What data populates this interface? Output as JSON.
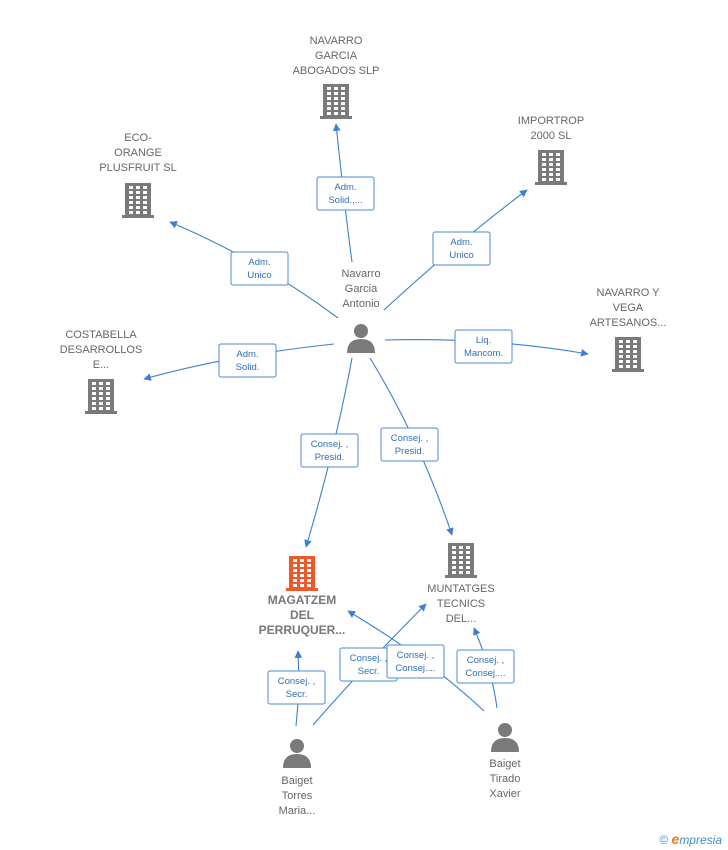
{
  "nodes": {
    "navarro_garcia_abogados": {
      "label": [
        "NAVARRO",
        "GARCIA",
        "ABOGADOS  SLP"
      ],
      "kind": "company"
    },
    "importrop": {
      "label": [
        "IMPORTROP",
        "2000 SL"
      ],
      "kind": "company"
    },
    "eco_orange": {
      "label": [
        "ECO-",
        "ORANGE",
        "PLUSFRUIT  SL"
      ],
      "kind": "company"
    },
    "navarro_vega": {
      "label": [
        "NAVARRO Y",
        "VEGA",
        "ARTESANOS..."
      ],
      "kind": "company"
    },
    "costabella": {
      "label": [
        "COSTABELLA",
        "DESARROLLOS",
        "E..."
      ],
      "kind": "company"
    },
    "navarro_garcia_antonio": {
      "label": [
        "Navarro",
        "Garcia",
        "Antonio"
      ],
      "kind": "person"
    },
    "magatzem": {
      "label": [
        "MAGATZEM",
        "DEL",
        "PERRUQUER..."
      ],
      "kind": "company",
      "highlight": true
    },
    "muntatges": {
      "label": [
        "MUNTATGES",
        "TECNICS",
        "DEL..."
      ],
      "kind": "company"
    },
    "baiget_torres": {
      "label": [
        "Baiget",
        "Torres",
        "Maria..."
      ],
      "kind": "person"
    },
    "baiget_tirado": {
      "label": [
        "Baiget",
        "Tirado",
        "Xavier"
      ],
      "kind": "person"
    }
  },
  "relations": [
    {
      "from": "navarro_garcia_antonio",
      "to": "navarro_garcia_abogados",
      "label": [
        "Adm.",
        "Solid.,..."
      ]
    },
    {
      "from": "navarro_garcia_antonio",
      "to": "importrop",
      "label": [
        "Adm.",
        "Unico"
      ]
    },
    {
      "from": "navarro_garcia_antonio",
      "to": "eco_orange",
      "label": [
        "Adm.",
        "Unico"
      ]
    },
    {
      "from": "navarro_garcia_antonio",
      "to": "navarro_vega",
      "label": [
        "Liq.",
        "Mancom."
      ]
    },
    {
      "from": "navarro_garcia_antonio",
      "to": "costabella",
      "label": [
        "Adm.",
        "Solid."
      ]
    },
    {
      "from": "navarro_garcia_antonio",
      "to": "magatzem",
      "label": [
        "Consej. ,",
        "Presid."
      ]
    },
    {
      "from": "navarro_garcia_antonio",
      "to": "muntatges",
      "label": [
        "Consej. ,",
        "Presid."
      ]
    },
    {
      "from": "baiget_torres",
      "to": "magatzem",
      "label": [
        "Consej. ,",
        "Secr."
      ]
    },
    {
      "from": "baiget_torres",
      "to": "muntatges",
      "label": [
        "Consej. ,",
        "Secr."
      ]
    },
    {
      "from": "baiget_tirado",
      "to": "magatzem",
      "label": [
        "Consej. ,",
        "Consej...."
      ]
    },
    {
      "from": "baiget_tirado",
      "to": "muntatges",
      "label": [
        "Consej. ,",
        "Consej...."
      ]
    }
  ],
  "colors": {
    "company": "#7a7a7a",
    "company_highlight": "#f0582a",
    "person": "#7a7a7a",
    "edge": "#3d7fd0"
  },
  "footer": {
    "copyright": "©",
    "brand_initial": "e",
    "brand_rest": "mpresia"
  }
}
